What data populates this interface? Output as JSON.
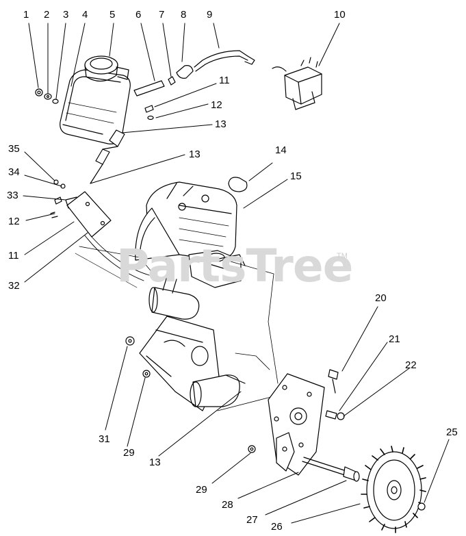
{
  "watermark": "PartsTree",
  "watermark_mark": "TM",
  "callouts": [
    {
      "id": "c1",
      "label": "1"
    },
    {
      "id": "c2",
      "label": "2"
    },
    {
      "id": "c3",
      "label": "3"
    },
    {
      "id": "c4",
      "label": "4"
    },
    {
      "id": "c5",
      "label": "5"
    },
    {
      "id": "c6",
      "label": "6"
    },
    {
      "id": "c7",
      "label": "7"
    },
    {
      "id": "c8",
      "label": "8"
    },
    {
      "id": "c9",
      "label": "9"
    },
    {
      "id": "c10",
      "label": "10"
    },
    {
      "id": "c11a",
      "label": "11"
    },
    {
      "id": "c12a",
      "label": "12"
    },
    {
      "id": "c13a",
      "label": "13"
    },
    {
      "id": "c35",
      "label": "35"
    },
    {
      "id": "c34",
      "label": "34"
    },
    {
      "id": "c13b",
      "label": "13"
    },
    {
      "id": "c14",
      "label": "14"
    },
    {
      "id": "c15",
      "label": "15"
    },
    {
      "id": "c33",
      "label": "33"
    },
    {
      "id": "c12b",
      "label": "12"
    },
    {
      "id": "c11b",
      "label": "11"
    },
    {
      "id": "c32",
      "label": "32"
    },
    {
      "id": "c20",
      "label": "20"
    },
    {
      "id": "c21",
      "label": "21"
    },
    {
      "id": "c22",
      "label": "22"
    },
    {
      "id": "c31",
      "label": "31"
    },
    {
      "id": "c29a",
      "label": "29"
    },
    {
      "id": "c13c",
      "label": "13"
    },
    {
      "id": "c25",
      "label": "25"
    },
    {
      "id": "c29b",
      "label": "29"
    },
    {
      "id": "c28",
      "label": "28"
    },
    {
      "id": "c27",
      "label": "27"
    },
    {
      "id": "c26",
      "label": "26"
    }
  ]
}
